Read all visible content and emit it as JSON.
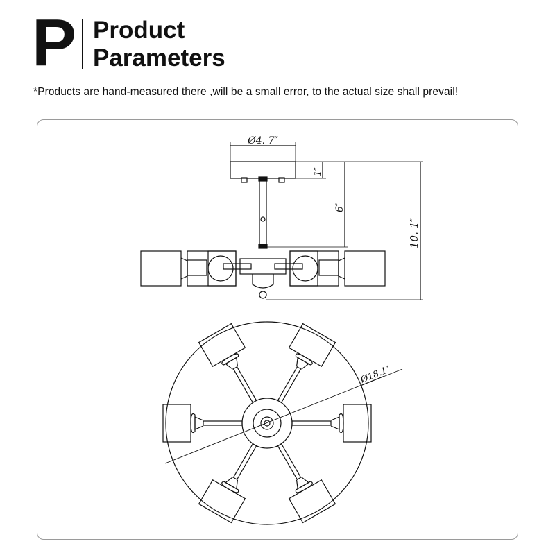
{
  "header": {
    "letter": "P",
    "title_line1": "Product",
    "title_line2": "Parameters"
  },
  "note": "*Products are hand-measured there ,will be a small error, to the actual size shall prevail!",
  "dimensions": {
    "canopy_diameter": "Ø4. 7″",
    "canopy_height": "1″",
    "rod_height": "6″",
    "total_height": "10. 1″",
    "span_diameter": "Ø18.1″"
  },
  "colors": {
    "line": "#111111",
    "panel_border": "#9a9a9a"
  }
}
